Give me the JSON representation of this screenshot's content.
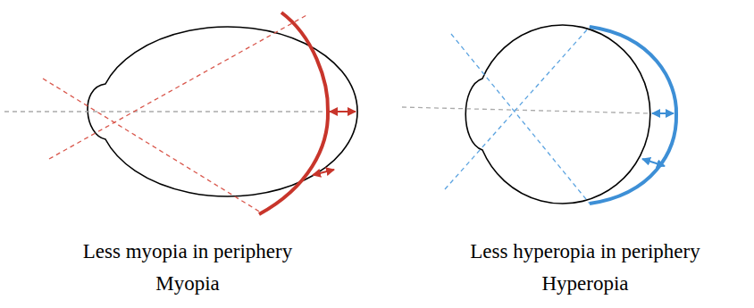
{
  "diagram": {
    "labels": [
      "Less myopia in periphery",
      "Myopia",
      "Less hyperopia in periphery",
      "Hyperopia"
    ]
  }
}
